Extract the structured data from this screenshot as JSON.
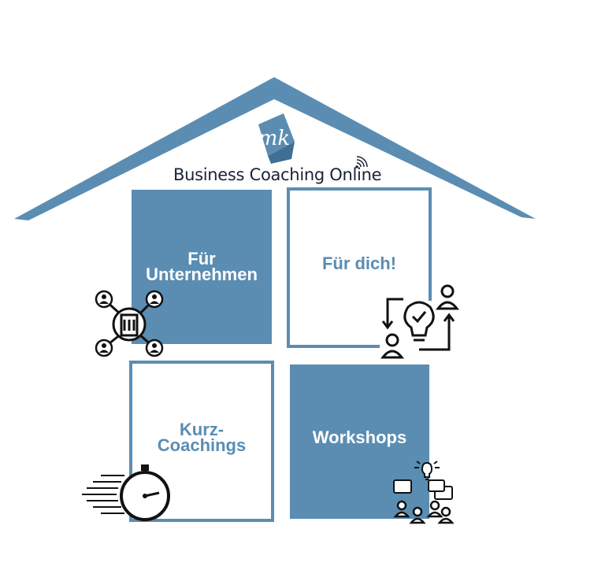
{
  "brand": {
    "logo_text": "mk",
    "name": "Business Coaching Online"
  },
  "colors": {
    "primary": "#5b8db3",
    "dark": "#1a2238",
    "background": "#ffffff"
  },
  "tiles": [
    {
      "id": "unternehmen",
      "lines": [
        "Für",
        "Unternehmen"
      ],
      "style": "filled",
      "icon": "company-network-icon"
    },
    {
      "id": "dich",
      "lines": [
        "Für dich!"
      ],
      "style": "outline",
      "icon": "idea-exchange-icon"
    },
    {
      "id": "kurz",
      "lines": [
        "Kurz-",
        "Coachings"
      ],
      "style": "outline",
      "icon": "stopwatch-icon"
    },
    {
      "id": "workshops",
      "lines": [
        "Workshops"
      ],
      "style": "filled",
      "icon": "group-discussion-icon"
    }
  ]
}
